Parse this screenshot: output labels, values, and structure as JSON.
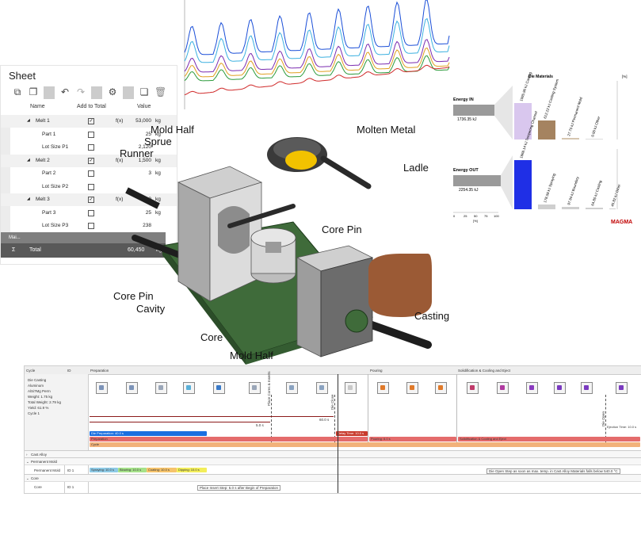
{
  "sheet": {
    "title": "Sheet",
    "columns": {
      "name": "Name",
      "add": "Add to Total",
      "value": "Value"
    },
    "rows": [
      {
        "name": "Melt 1",
        "level": 0,
        "checked": true,
        "fx": "f(x)",
        "value": "53,000",
        "unit": "kg"
      },
      {
        "name": "Part 1",
        "level": 1,
        "checked": false,
        "fx": "",
        "value": "25",
        "unit": "kg"
      },
      {
        "name": "Lot Size P1",
        "level": 1,
        "checked": false,
        "fx": "",
        "value": "2,120",
        "unit": ""
      },
      {
        "name": "Melt 2",
        "level": 0,
        "checked": true,
        "fx": "f(x)",
        "value": "1,500",
        "unit": "kg"
      },
      {
        "name": "Part 2",
        "level": 1,
        "checked": false,
        "fx": "",
        "value": "3",
        "unit": "kg"
      },
      {
        "name": "Lot Size P2",
        "level": 1,
        "checked": false,
        "fx": "",
        "value": "",
        "unit": ""
      },
      {
        "name": "Melt 3",
        "level": 0,
        "checked": true,
        "fx": "f(x)",
        "value": "5,9",
        "unit": "kg"
      },
      {
        "name": "Part 3",
        "level": 1,
        "checked": false,
        "fx": "",
        "value": "25",
        "unit": "kg"
      },
      {
        "name": "Lot Size P3",
        "level": 1,
        "checked": false,
        "fx": "",
        "value": "238",
        "unit": ""
      }
    ],
    "footer_label": "Mai...",
    "total_symbol": "Σ",
    "total_label": "Total",
    "total_value": "60,450",
    "total_unit": "kg"
  },
  "labels": {
    "mold_half_top": "Mold Half",
    "sprue": "Sprue",
    "runner": "Runner",
    "molten_metal": "Molten Metal",
    "ladle": "Ladle",
    "core_pin_right": "Core Pin",
    "core_pin_left": "Core Pin",
    "cavity": "Cavity",
    "core": "Core",
    "mold_half_bottom": "Mold Half",
    "casting": "Casting"
  },
  "energy": {
    "title": "Die Materials",
    "in_label": "Energy IN",
    "in_value": "1736.35 kJ",
    "out_label": "Energy OUT",
    "out_value": "2254.35 kJ",
    "in_bars": [
      "1095.96 kJ Casting",
      "612.22 kJ Casting System",
      "27.75 kJ Permanent Mold",
      "0.00 kJ Other"
    ],
    "out_bars": [
      "1868.14 kJ Tempering Channel",
      "178.58 kJ Spraying",
      "97.94 kJ Boundary",
      "64.85 kJ Casting",
      "45.82 kJ Other"
    ],
    "axis_unit": "[%]",
    "axis_ticks": [
      "0",
      "25",
      "50",
      "75",
      "100"
    ],
    "logo": "MAGMA"
  },
  "timeline": {
    "col_cycle": "Cycle",
    "col_id": "ID",
    "phases": [
      "Preparation",
      "Pouring",
      "Solidification & Cooling and Eject"
    ],
    "info": [
      "Die Casting",
      "Aluminum",
      "AlSi7Mg Perm",
      "Weight: 1.75 kg",
      "Total Weight: 2.79 kg",
      "Yield: 61.9 %",
      "Cycle 1"
    ],
    "markers": [
      "Place Cores & Inserts",
      "Die Close",
      "Die Open"
    ],
    "dims": [
      "5.0 s",
      "60.0 s"
    ],
    "bars": {
      "die_prep": "Die Preparation: 40.0 s",
      "preparation": "Preparation",
      "pouring": "Pouring: 6.0 s",
      "solid": "Solidification & Cooling and Eject",
      "cycle": "Cycle",
      "delay": "Delay Time: 10.0 s",
      "ejection": "Ejection Time: 10.0 s"
    },
    "sections": {
      "cast_alloy": "Cast Alloy",
      "permanent_mold": "Permanent Mold",
      "core": "Core"
    },
    "perm_row": {
      "name": "Permanent Mold",
      "id": "ID 1"
    },
    "core_row": {
      "name": "Core",
      "id": "ID 1"
    },
    "perm_bars": [
      "Spraying: 10.0 s",
      "Blowing: 10.0 s",
      "Coating: 10.0 s",
      "Dipping: 10.0 s"
    ],
    "perm_note": "Die Open Step as soon as max. temp. in Cast Alloy Materials falls below 540.0 °C",
    "core_note": "Place Insert Step: 5.0 s after Begin of Preparation"
  },
  "colors": {
    "mold_green": "#3f6b3a",
    "gray_block": "#b9b9b9",
    "blue_bar": "#1a6fe0",
    "red_bar": "#e46b6b",
    "orange_bar": "#f2b27a",
    "casting_brown": "#9b5a35",
    "metal_yellow": "#f2c200"
  }
}
